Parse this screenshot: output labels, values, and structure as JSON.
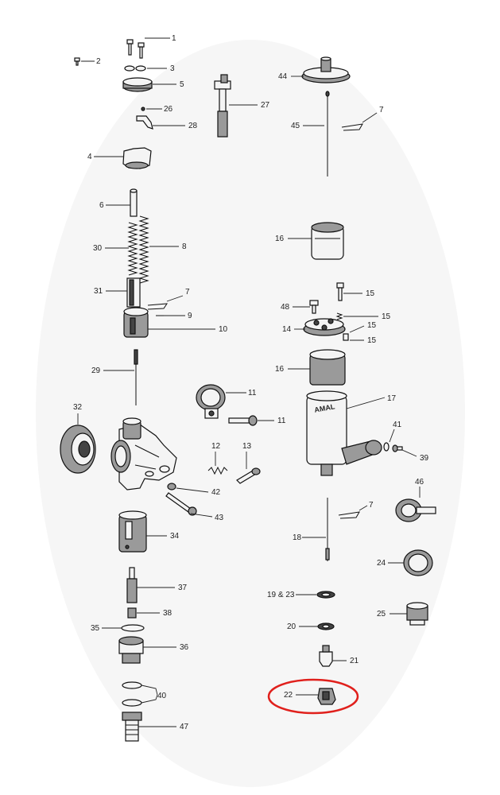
{
  "diagram": {
    "labels": {
      "p1": "1",
      "p2": "2",
      "p3": "3",
      "p4": "4",
      "p5": "5",
      "p6": "6",
      "p7a": "7",
      "p7b": "7",
      "p7c": "7",
      "p8": "8",
      "p9": "9",
      "p10": "10",
      "p11a": "11",
      "p11b": "11",
      "p12": "12",
      "p13": "13",
      "p14": "14",
      "p15a": "15",
      "p15b": "15",
      "p15c": "15",
      "p15d": "15",
      "p16a": "16",
      "p16b": "16",
      "p17": "17",
      "p18": "18",
      "p1923": "19 & 23",
      "p20": "20",
      "p21": "21",
      "p22": "22",
      "p24": "24",
      "p25": "25",
      "p26": "26",
      "p27": "27",
      "p28": "28",
      "p29": "29",
      "p30": "30",
      "p31": "31",
      "p32": "32",
      "p34": "34",
      "p35": "35",
      "p36": "36",
      "p37": "37",
      "p38": "38",
      "p39": "39",
      "p40": "40",
      "p41": "41",
      "p42": "42",
      "p43": "43",
      "p44": "44",
      "p45": "45",
      "p46": "46",
      "p47": "47",
      "p48": "48"
    },
    "brand_text": "AMAL",
    "highlight_color": "#e0201c"
  }
}
